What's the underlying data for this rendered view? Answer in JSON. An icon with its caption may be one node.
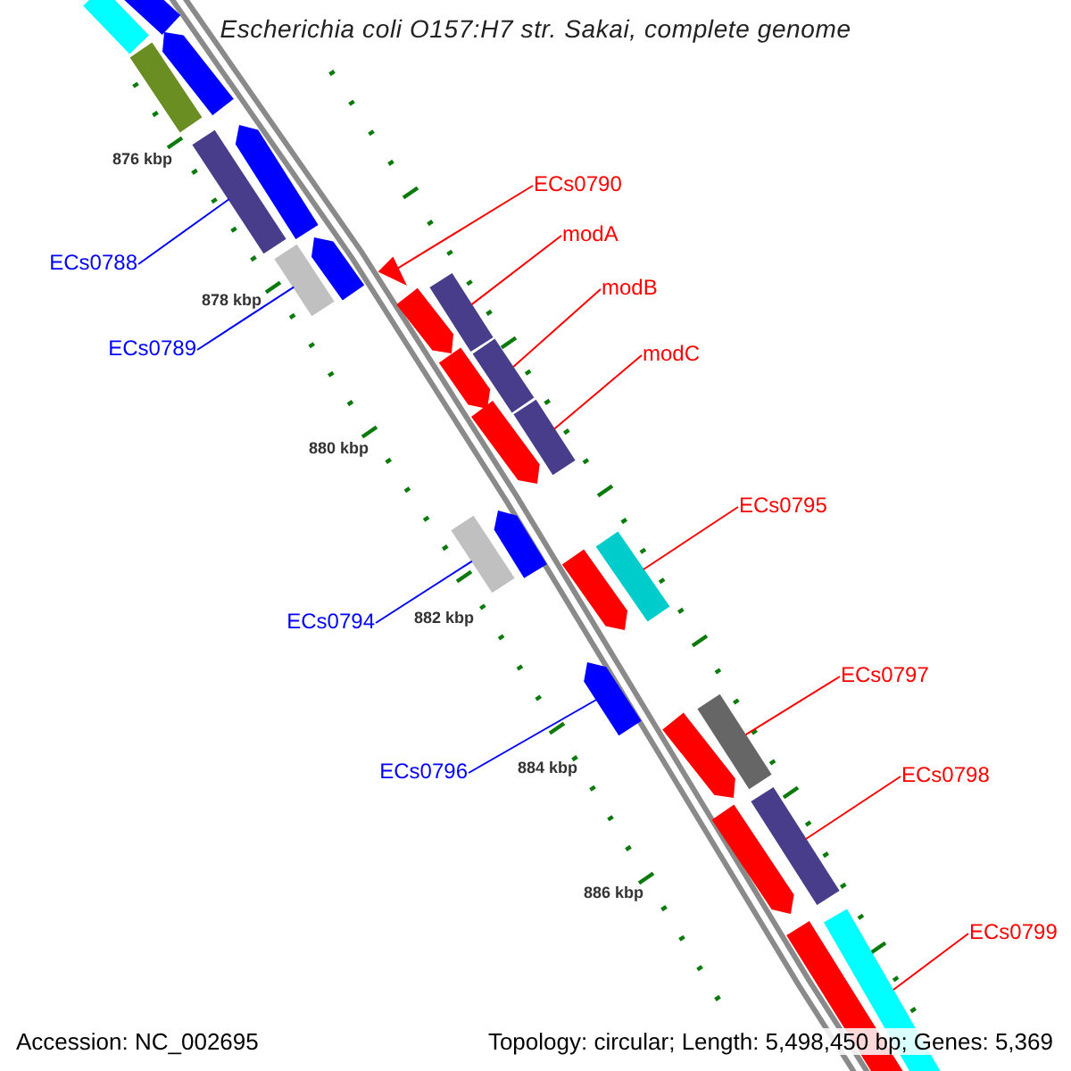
{
  "diagram": {
    "title": "Escherichia coli O157:H7 str. Sakai, complete genome",
    "nodes": [
      {
        "text": [
          "ECs0790"
        ]
      },
      {
        "text": [
          "modA"
        ]
      },
      {
        "text": [
          "ECs0788"
        ]
      },
      {
        "text": [
          "modB"
        ]
      },
      {
        "text": [
          "ECs0789"
        ]
      },
      {
        "text": [
          "modC"
        ]
      },
      {
        "text": [
          "ECs0795"
        ]
      },
      {
        "text": [
          "ECs0794"
        ]
      },
      {
        "text": [
          "ECs0797"
        ]
      },
      {
        "text": [
          "ECs0796"
        ]
      },
      {
        "text": [
          "ECs0798"
        ]
      },
      {
        "text": [
          "ECs0799"
        ]
      },
      {
        "text": [],
        "shape": "triangle"
      },
      {
        "text": [],
        "shape": "bar"
      },
      {
        "text": [],
        "shape": "bar"
      },
      {
        "text": [],
        "shape": "bar"
      },
      {
        "text": [],
        "shape": "bar"
      },
      {
        "text": [],
        "shape": "bar"
      },
      {
        "text": [],
        "shape": "bar"
      },
      {
        "text": [],
        "shape": "bar"
      },
      {
        "text": [],
        "shape": "bar"
      },
      {
        "text": [],
        "shape": "bar"
      },
      {
        "text": [],
        "shape": "bar"
      },
      {
        "text": [],
        "shape": "bar"
      },
      {
        "text": [],
        "shape": "bar"
      },
      {
        "text": [],
        "shape": "bar"
      },
      {
        "text": [],
        "shape": "bar"
      },
      {
        "text": [],
        "shape": "bar"
      },
      {
        "text": [],
        "shape": "bar"
      },
      {
        "text": [],
        "shape": "bar"
      },
      {
        "text": [],
        "shape": "bar"
      },
      {
        "text": [],
        "shape": "bar"
      },
      {
        "text": [],
        "shape": "bar"
      },
      {
        "text": [],
        "shape": "bar"
      },
      {
        "text": [],
        "shape": "bar"
      },
      {
        "text": [],
        "shape": "bar"
      },
      {
        "text": [],
        "shape": "bar"
      },
      {
        "text": [],
        "shape": "bar"
      }
    ],
    "edges": [
      {
        "from": 0,
        "to": 12,
        "arrow": "none"
      },
      {
        "from": 1,
        "to": 13,
        "arrow": "none"
      },
      {
        "from": 2,
        "to": 14,
        "arrow": "none",
        "color": "#0000ff"
      },
      {
        "from": 3,
        "to": 15,
        "arrow": "none"
      },
      {
        "from": 4,
        "to": 16,
        "arrow": "none",
        "color": "#0000ff"
      },
      {
        "from": 5,
        "to": 17,
        "arrow": "none"
      },
      {
        "from": 6,
        "to": 18,
        "arrow": "none"
      },
      {
        "from": 7,
        "to": 19,
        "arrow": "none",
        "color": "#0000ff"
      },
      {
        "from": 8,
        "to": 20,
        "arrow": "none"
      },
      {
        "from": 9,
        "to": 21,
        "arrow": "none",
        "color": "#0000ff"
      },
      {
        "from": 10,
        "to": 22,
        "arrow": "none"
      },
      {
        "from": 11,
        "to": 23,
        "arrow": "none"
      }
    ],
    "labels": [
      "876 kbp",
      "878 kbp",
      "880 kbp",
      "882 kbp",
      "884 kbp",
      "886 kbp",
      "Accession: NC_002695",
      "Topology: circular; Length: 5,498,450 bp; Genes: 5,369"
    ]
  }
}
